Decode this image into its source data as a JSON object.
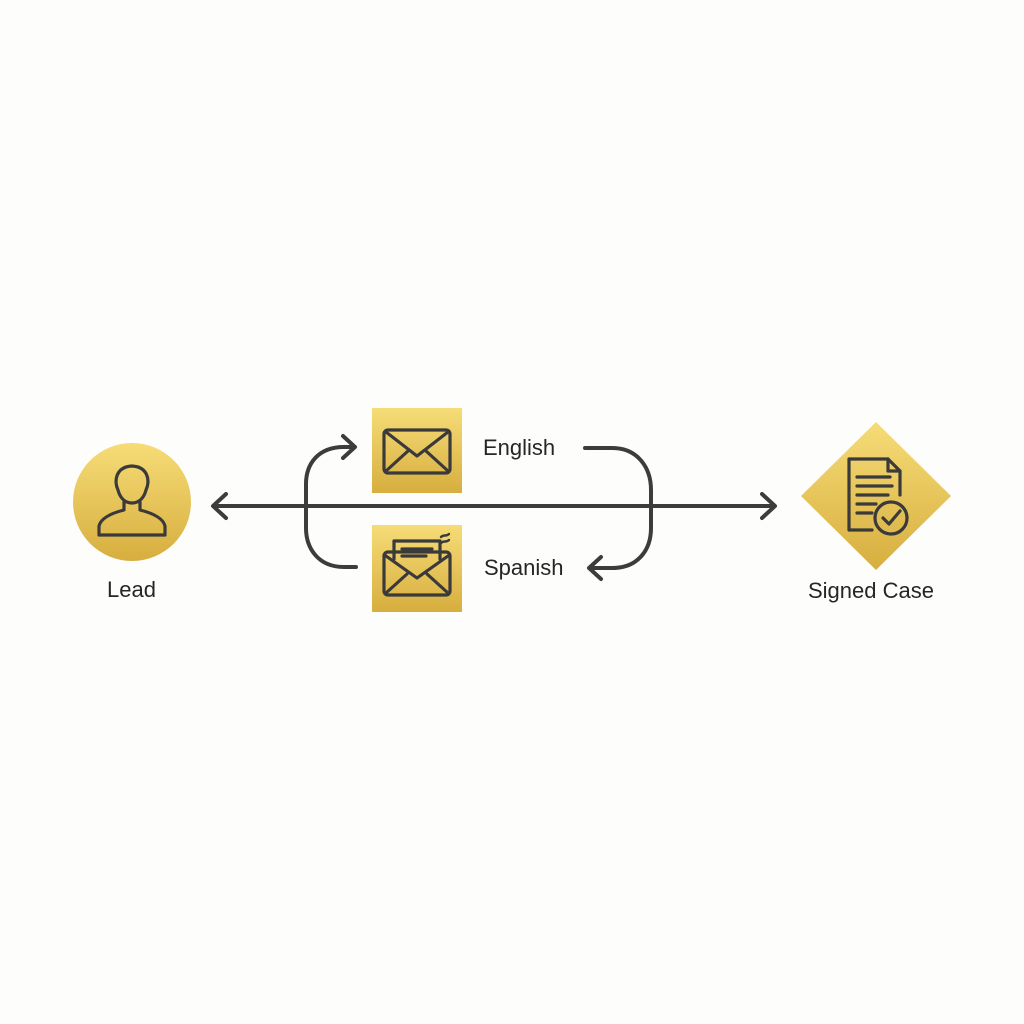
{
  "nodes": {
    "lead": {
      "label": "Lead",
      "icon": "person-icon"
    },
    "english": {
      "label": "English",
      "icon": "envelope-icon"
    },
    "spanish": {
      "label": "Spanish",
      "icon": "open-envelope-letter-icon"
    },
    "signed_case": {
      "label": "Signed Case",
      "icon": "document-check-icon"
    }
  },
  "colors": {
    "gold_light": "#f6dc77",
    "gold_dark": "#d7ae3f",
    "stroke": "#3a3a3a",
    "arrow": "#3c3c3c",
    "background": "#fdfdfc"
  }
}
